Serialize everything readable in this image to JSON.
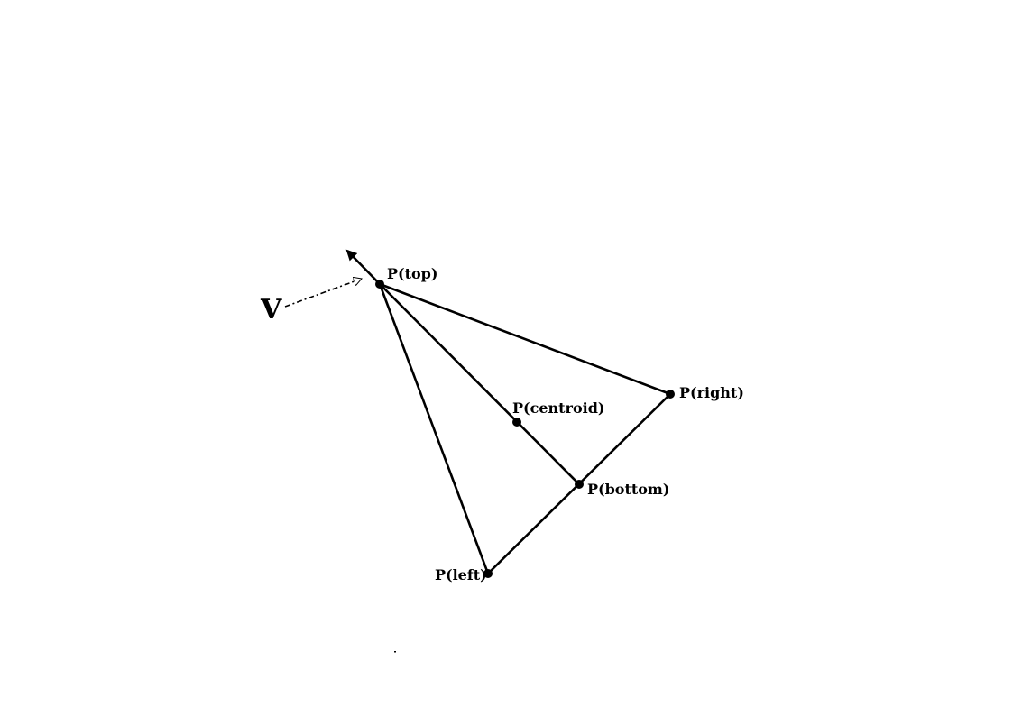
{
  "diagram": {
    "points": {
      "top": "P(top)",
      "right": "P(right)",
      "centroid": "P(centroid)",
      "bottom": "P(bottom)",
      "left": "P(left)"
    },
    "vector_label": "V",
    "colors": {
      "ink": "#000000",
      "background": "#ffffff"
    }
  }
}
